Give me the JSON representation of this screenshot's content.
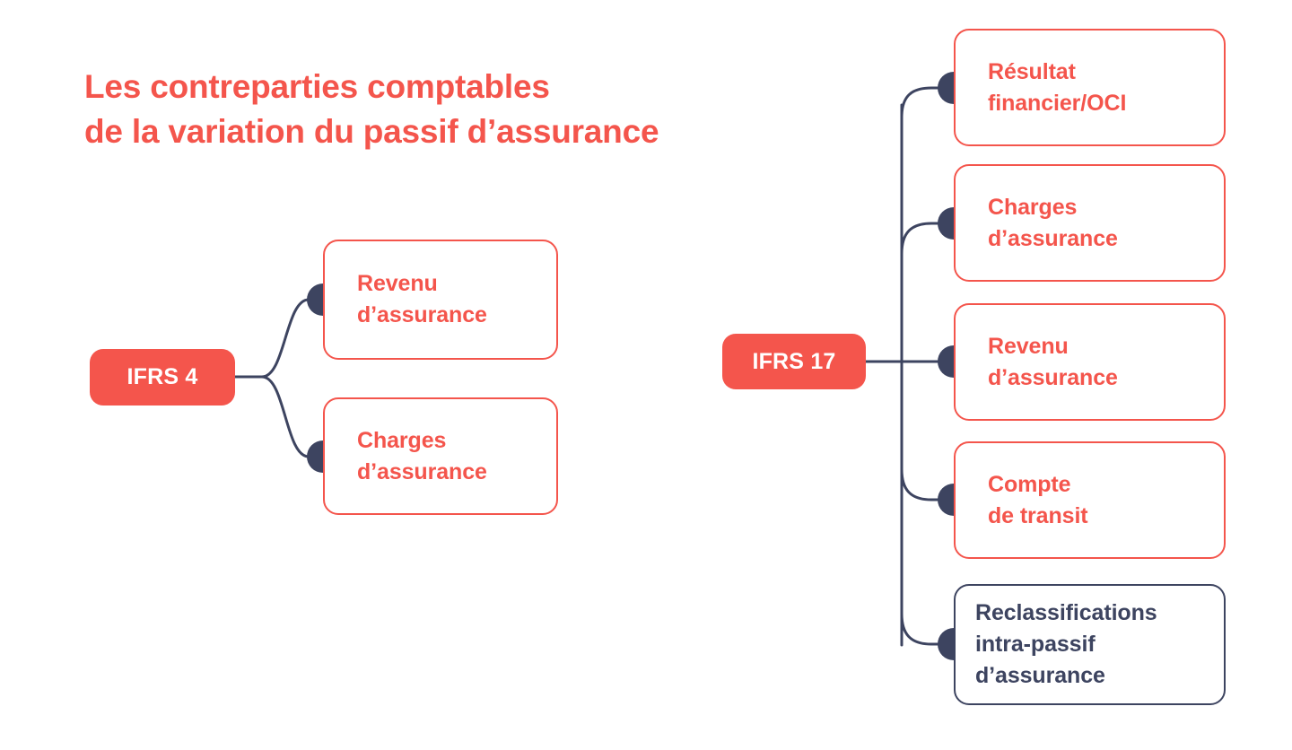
{
  "page": {
    "title_line1": "Les contreparties comptables",
    "title_line2": "de la variation du passif d’assurance",
    "title_full": "Les contreparties comptables\nde la variation du passif d’assurance"
  },
  "colors": {
    "coral": "#F4554C",
    "navy": "#3D4460",
    "background": "#FFFFFF",
    "pill_text": "#FFFFFF"
  },
  "diagram": {
    "type": "mind-map",
    "branches": [
      {
        "id": "ifrs4",
        "root_label": "IFRS 4",
        "leaves": [
          {
            "label": "Revenu\nd’assurance",
            "style": "coral"
          },
          {
            "label": "Charges\nd’assurance",
            "style": "coral"
          }
        ]
      },
      {
        "id": "ifrs17",
        "root_label": "IFRS 17",
        "leaves": [
          {
            "label": "Résultat\nfinancier/OCI",
            "style": "coral"
          },
          {
            "label": "Charges\nd’assurance",
            "style": "coral"
          },
          {
            "label": "Revenu\nd’assurance",
            "style": "coral"
          },
          {
            "label": "Compte\nde transit",
            "style": "coral"
          },
          {
            "label": "Reclassifications\nintra-passif\nd’assurance",
            "style": "navy"
          }
        ]
      }
    ]
  }
}
